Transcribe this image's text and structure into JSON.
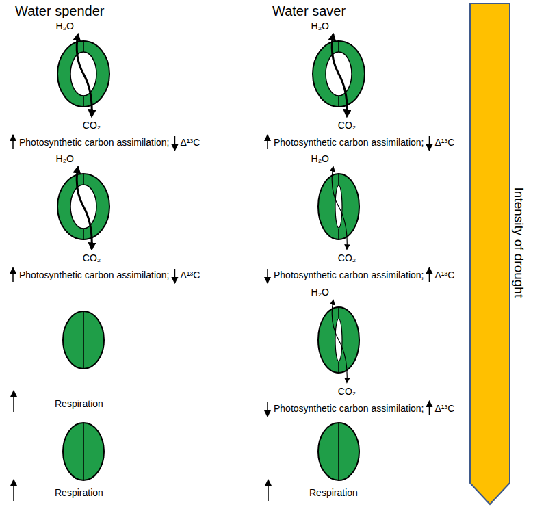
{
  "diagram": {
    "nodes": [
      {
        "text": [
          "Intensity of drought"
        ]
      }
    ],
    "labels": [
      "Water spender",
      "Water saver",
      "H₂O",
      "CO₂",
      "Photosynthetic carbon assimilation;",
      "Δ¹³C",
      "H₂O",
      "CO₂",
      "Photosynthetic carbon assimilation;",
      "Δ¹³C",
      "Respiration",
      "Respiration",
      "H₂O",
      "CO₂",
      "Photosynthetic carbon assimilation;",
      "Δ¹³C",
      "H₂O",
      "CO₂",
      "Photosynthetic carbon assimilation;",
      "Δ¹³C",
      "H₂O",
      "CO₂",
      "Photosynthetic carbon assimilation;",
      "Δ¹³C",
      "Respiration"
    ]
  }
}
